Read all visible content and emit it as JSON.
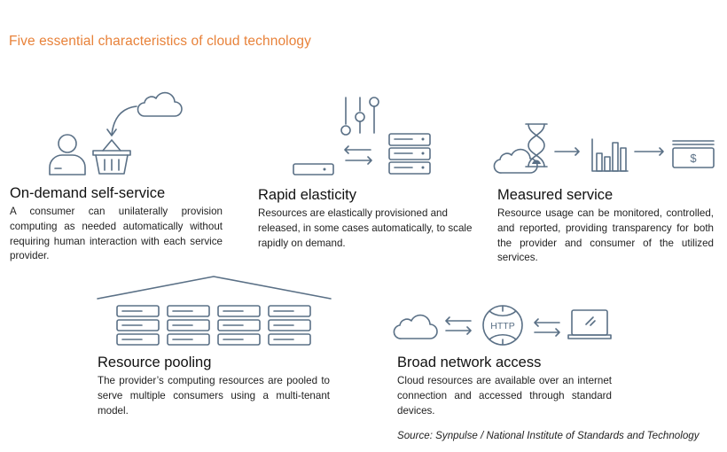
{
  "title": "Five essential characteristics of cloud technology",
  "items": [
    {
      "title": "On-demand self-service",
      "description": "A consumer can unilaterally provision computing as needed automatically without requiring human interaction with each service provider.",
      "icons": [
        "cloud-icon",
        "arrow-icon",
        "user-icon",
        "shopping-basket-icon"
      ]
    },
    {
      "title": "Rapid elasticity",
      "description": "Resources are elastically provisioned and released, in some cases automatically, to scale rapidly on demand.",
      "icons": [
        "sliders-icon",
        "server-icon",
        "exchange-arrows-icon",
        "server-stack-icon"
      ]
    },
    {
      "title": "Measured service",
      "description": "Resource usage can be monitored, controlled, and reported, providing transparency for both the provider and consumer of the utilized services.",
      "icons": [
        "cloud-icon",
        "hourglass-icon",
        "bar-chart-icon",
        "money-icon"
      ]
    },
    {
      "title": "Resource pooling",
      "description": "The provider’s computing resources are pooled to serve multiple consumers using a multi-tenant model.",
      "icons": [
        "roof-icon",
        "server-stack-icon"
      ]
    },
    {
      "title": "Broad network access",
      "description": "Cloud resources are available over an internet connection and accessed through standard devices.",
      "icons": [
        "cloud-icon",
        "http-globe-icon",
        "laptop-icon"
      ]
    }
  ],
  "http_label": "HTTP",
  "currency_symbol": "$",
  "source": "Source: Synpulse / National Institute of Standards and Technology",
  "colors": {
    "title": "#e8823a",
    "icon": "#5a7086",
    "text": "#1f1f1f"
  }
}
